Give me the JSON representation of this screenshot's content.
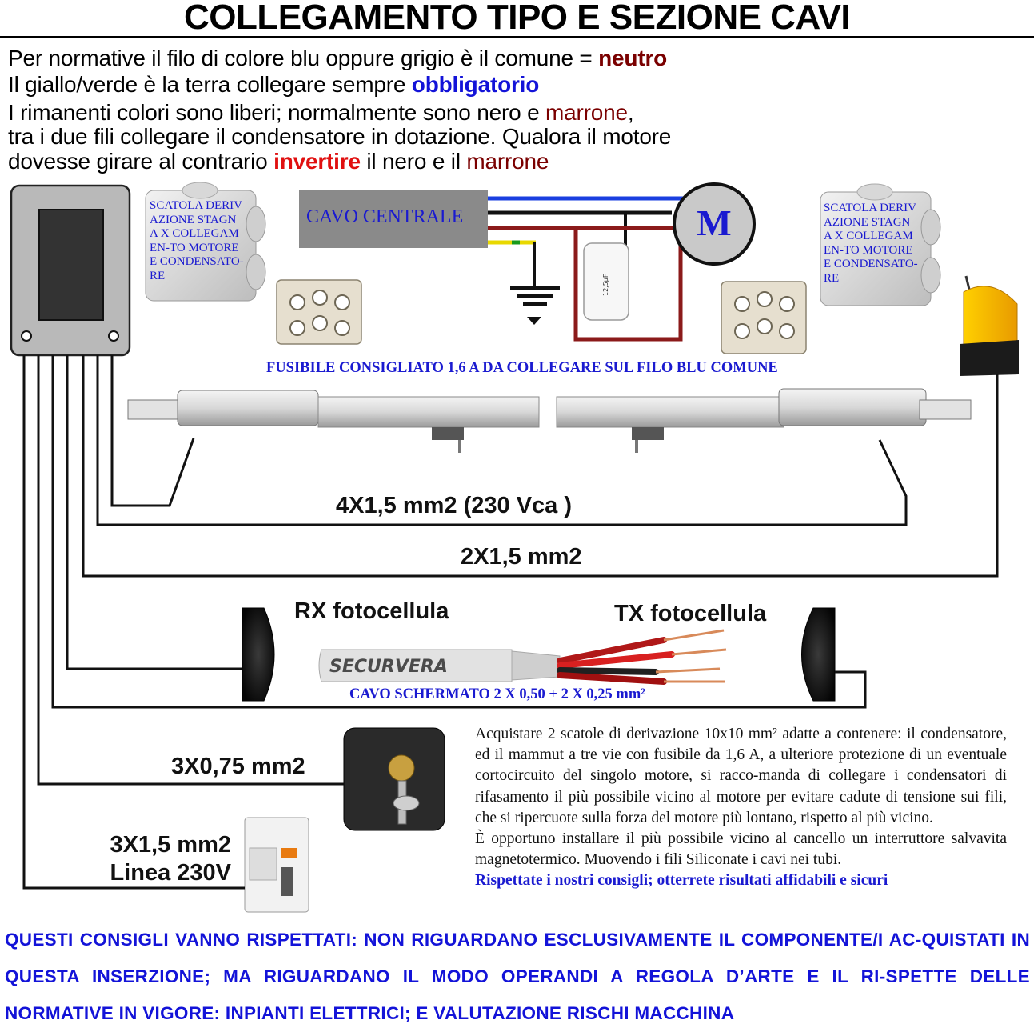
{
  "title": "COLLEGAMENTO TIPO E SEZIONE CAVI",
  "intro": {
    "line1_pre": "Per normative il filo di colore blu oppure grigio è il comune = ",
    "line1_hl": "neutro",
    "line2_pre": "Il giallo/verde è la terra collegare sempre ",
    "line2_hl": "obbligatorio",
    "line3_pre": "I rimanenti colori sono liberi; normalmente sono nero e ",
    "line3_hl": "marrone",
    "line3_post": ",",
    "line4": "tra i due fili collegare il condensatore in dotazione. Qualora il motore",
    "line5_pre": "dovesse girare al contrario ",
    "line5_hl": "invertire",
    "line5_mid": " il nero e il ",
    "line5_hl2": "marrone"
  },
  "diagram": {
    "cavo_centrale": "CAVO CENTRALE",
    "motor_symbol": "M",
    "box_left": "SCATOLA DERIVAZIONE STAGNA X COLLEGAMEN-TO MOTORE E CONDENSATO-RE",
    "box_right": "SCATOLA DERIVAZIONE STAGNA X COLLEGAMEN-TO MOTORE E CONDENSATO-RE",
    "fuse_note": "FUSIBILE CONSIGLIATO 1,6 A DA COLLEGARE SUL FILO BLU COMUNE",
    "cable_4x": "4X1,5 mm2 (230 Vca )",
    "cable_2x": "2X1,5 mm2",
    "rx_label": "RX fotocellula",
    "tx_label": "TX fotocellula",
    "cable_brand": "SECURVERA",
    "shielded_cable": "CAVO SCHERMATO 2 X 0,50 + 2 X 0,25 mm²",
    "cable_3x075": "3X0,75 mm2",
    "cable_3x15": "3X1,5 mm2",
    "line_230": "Linea 230V",
    "capacitor_text": "12,5μF",
    "wire_colors": {
      "blue": "#1a3fe0",
      "black": "#111111",
      "brown": "#8b1a1a",
      "yellow": "#e8d800",
      "green": "#1a9a1a"
    }
  },
  "notes": {
    "p1": "Acquistare 2 scatole di derivazione 10x10 mm² adatte a contenere: il condensatore, ed il mammut a tre vie con fusibile da 1,6 A, a ulteriore protezione di un eventuale cortocircuito del singolo motore, si racco-manda di collegare i condensatori di rifasamento il più possibile vicino al motore per evitare cadute di tensione sui fili, che si ripercuote sulla forza del motore più lontano, rispetto al più vicino.",
    "p2": "È opportuno installare il più possibile vicino al cancello un interruttore salvavita magnetotermico. Muovendo i fili Siliconate i cavi nei tubi.",
    "p3": "Rispettate i nostri consigli; otterrete risultati affidabili e sicuri"
  },
  "footer": "QUESTI CONSIGLI VANNO RISPETTATI: NON RIGUARDANO ESCLUSIVAMENTE IL COMPONENTE/I AC-QUISTATI IN QUESTA INSERZIONE; MA RIGUARDANO IL MODO OPERANDI A REGOLA D’ARTE E IL RI-SPETTE DELLE NORMATIVE IN VIGORE: INPIANTI ELETTRICI; E VALUTAZIONE RISCHI MACCHINA"
}
